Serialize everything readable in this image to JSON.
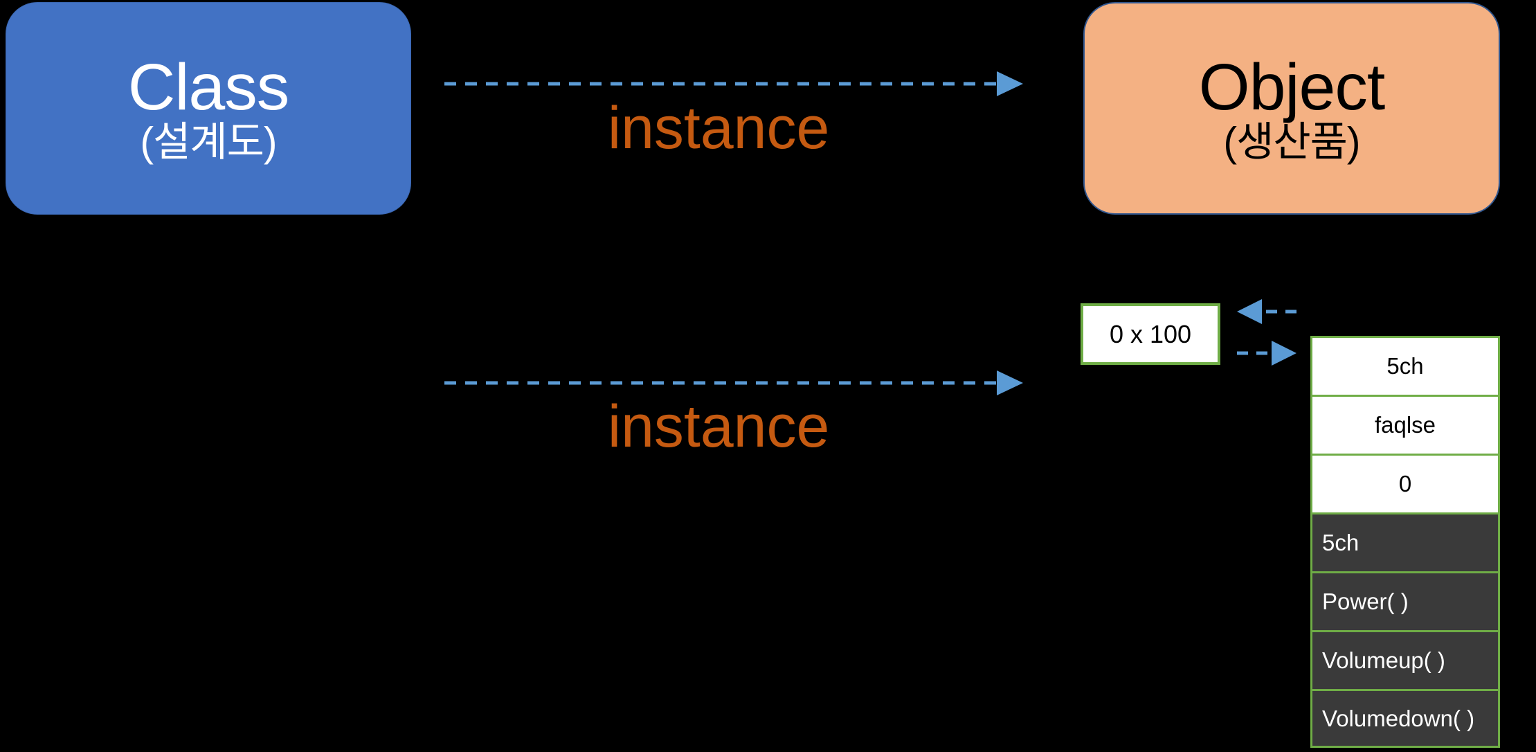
{
  "diagram": {
    "background_color": "#000000",
    "class_box": {
      "title": "Class",
      "subtitle": "(설계도)",
      "fill_color": "#4272C4",
      "text_color": "#FFFFFF"
    },
    "object_box": {
      "title": "Object",
      "subtitle": "(생산품)",
      "fill_color": "#F4B183",
      "border_color": "#31578F",
      "text_color": "#000000"
    },
    "arrows": {
      "color": "#5B9BD5",
      "style": "dashed",
      "primary": [
        {
          "label": "instance",
          "direction": "right"
        },
        {
          "label": "instance",
          "direction": "right"
        }
      ],
      "reference_in_label": "",
      "reference_out_label": ""
    },
    "instance_label_color": "#C55A11",
    "address_box": {
      "value": "0 x 100",
      "fill_color": "#FFFFFF",
      "border_color": "#6FAD46",
      "text_color": "#000000"
    },
    "member_table": {
      "border_color": "#6FAD46",
      "fields": [
        {
          "value": "5ch"
        },
        {
          "value": "faqlse"
        },
        {
          "value": "0"
        }
      ],
      "methods": [
        {
          "value": "5ch"
        },
        {
          "value": "Power( )"
        },
        {
          "value": "Volumeup(  )"
        },
        {
          "value": "Volumedown( )"
        }
      ],
      "field_fill": "#FFFFFF",
      "method_fill": "#3A3A3A"
    }
  }
}
